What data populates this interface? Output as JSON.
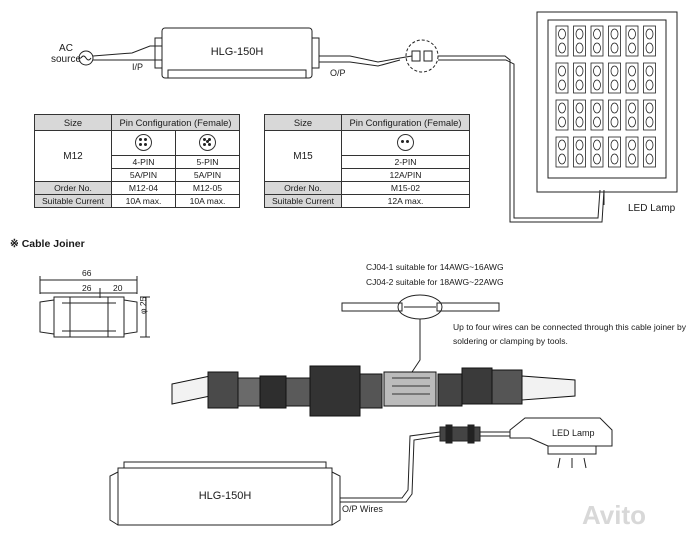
{
  "top": {
    "ac_label_line1": "AC",
    "ac_label_line2": "source",
    "ip_label": "I/P",
    "psu_model": "HLG-150H",
    "op_label": "O/P",
    "led_lamp_label": "LED Lamp"
  },
  "table_m12": {
    "col_size": "Size",
    "col_pin": "Pin Configuration (Female)",
    "size_value": "M12",
    "pins": [
      "4-PIN",
      "5-PIN"
    ],
    "amps": [
      "5A/PIN",
      "5A/PIN"
    ],
    "order_label": "Order No.",
    "orders": [
      "M12-04",
      "M12-05"
    ],
    "current_label": "Suitable Current",
    "currents": [
      "10A max.",
      "10A max."
    ]
  },
  "table_m15": {
    "col_size": "Size",
    "col_pin": "Pin Configuration (Female)",
    "size_value": "M15",
    "pin": "2-PIN",
    "amp": "12A/PIN",
    "order_label": "Order No.",
    "order": "M15-02",
    "current_label": "Suitable Current",
    "current": "12A max."
  },
  "cable_joiner": {
    "title": "※ Cable Joiner",
    "dim_total": "66",
    "dim_left": "26",
    "dim_right": "20",
    "dim_dia": "φ 25",
    "spec_line1": "CJ04-1 suitable for 14AWG~16AWG",
    "spec_line2": "CJ04-2 suitable for 18AWG~22AWG",
    "note_line1": "Up to four wires can be connected through this cable joiner by",
    "note_line2": "soldering or clamping by tools."
  },
  "bottom": {
    "psu_model": "HLG-150H",
    "op_wires_label": "O/P Wires",
    "led_lamp_label": "LED Lamp"
  },
  "watermark": "Avito"
}
